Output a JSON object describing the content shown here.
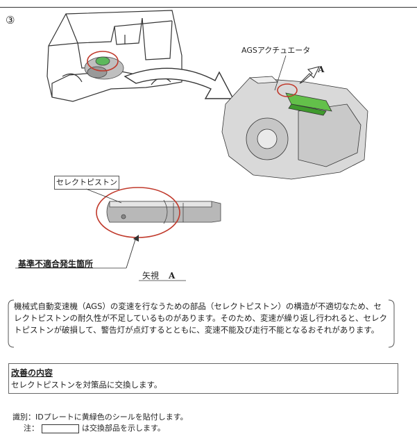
{
  "figure_number": "③",
  "labels": {
    "ags_actuator": "AGSアクチュエータ",
    "view_letter": "A",
    "select_piston": "セレクトピストン",
    "nonconformity": "基準不適合発生箇所",
    "arrow_view": "矢視",
    "arrow_view_letter": "A"
  },
  "description": "機械式自動変速機（AGS）の変速を行なうための部品（セレクトピストン）の構造が不適切なため、セレクトピストンの耐久性が不足しているものがあります。そのため、変速が繰り返し行われると、セレクトピストンが破損して、警告灯が点灯するとともに、変速不能及び走行不能となるおそれがあります。",
  "improvement": {
    "title": "改善の内容",
    "text": "セレクトピストンを対策品に交換します。"
  },
  "identification": "識別：IDプレートに黄緑色のシールを貼付します。",
  "note": {
    "prefix": "注：",
    "suffix": "は交換部品を示します。"
  }
}
